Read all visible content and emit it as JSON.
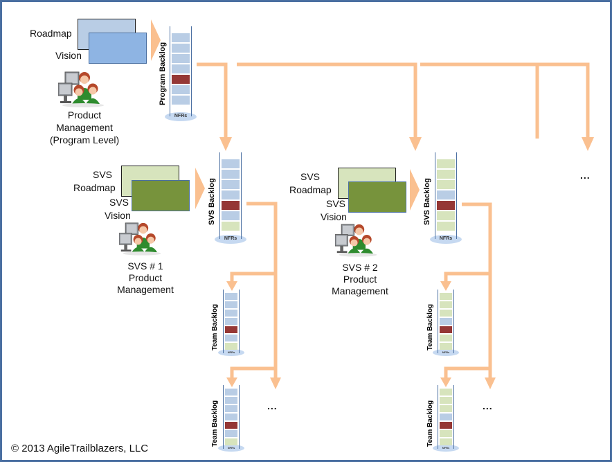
{
  "title": "Agile portfolio backlog hierarchy",
  "colors": {
    "arrow": "#fac090",
    "frame": "#4a6fa1",
    "slot_blue": "#b9cde5",
    "slot_red": "#953735",
    "slot_green": "#d7e4bd",
    "nfr_base": "#c6d9f1"
  },
  "program": {
    "roadmap_label": "Roadmap",
    "vision_label": "Vision",
    "owner_label_lines": [
      "Product",
      "Management",
      "(Program Level)"
    ],
    "backlog_title": "Program Backlog",
    "nfr_label": "NFRs",
    "slots": [
      "blue",
      "blue",
      "blue",
      "blue",
      "red",
      "blue",
      "blue"
    ]
  },
  "svs": [
    {
      "roadmap_label_lines": [
        "SVS",
        "Roadmap"
      ],
      "vision_label_lines": [
        "SVS",
        "Vision"
      ],
      "owner_label_lines": [
        "SVS # 1",
        "Product",
        "Management"
      ],
      "backlog_title": "SVS Backlog",
      "nfr_label": "NFRs",
      "slots": [
        "blue",
        "blue",
        "blue",
        "blue",
        "red",
        "blue",
        "green"
      ],
      "teams": [
        {
          "backlog_title": "Team Backlog",
          "nfr_label": "NFRs",
          "slots": [
            "blue",
            "blue",
            "blue",
            "blue",
            "red",
            "blue",
            "green"
          ]
        },
        {
          "backlog_title": "Team Backlog",
          "nfr_label": "NFRs",
          "slots": [
            "blue",
            "blue",
            "blue",
            "blue",
            "red",
            "blue",
            "green"
          ]
        }
      ],
      "more_label": "..."
    },
    {
      "roadmap_label_lines": [
        "SVS",
        "Roadmap"
      ],
      "vision_label_lines": [
        "SVS",
        "Vision"
      ],
      "owner_label_lines": [
        "SVS # 2",
        "Product",
        "Management"
      ],
      "backlog_title": "SVS Backlog",
      "nfr_label": "NFRs",
      "slots": [
        "green",
        "green",
        "green",
        "blue",
        "red",
        "green",
        "green"
      ],
      "teams": [
        {
          "backlog_title": "Team Backlog",
          "nfr_label": "NFRs",
          "slots": [
            "green",
            "green",
            "green",
            "blue",
            "red",
            "green",
            "green"
          ]
        },
        {
          "backlog_title": "Team Backlog",
          "nfr_label": "NFRs",
          "slots": [
            "green",
            "green",
            "green",
            "blue",
            "red",
            "green",
            "green"
          ]
        }
      ],
      "more_label": "..."
    }
  ],
  "more_svs_label": "...",
  "copyright": "© 2013 AgileTrailblazers, LLC"
}
